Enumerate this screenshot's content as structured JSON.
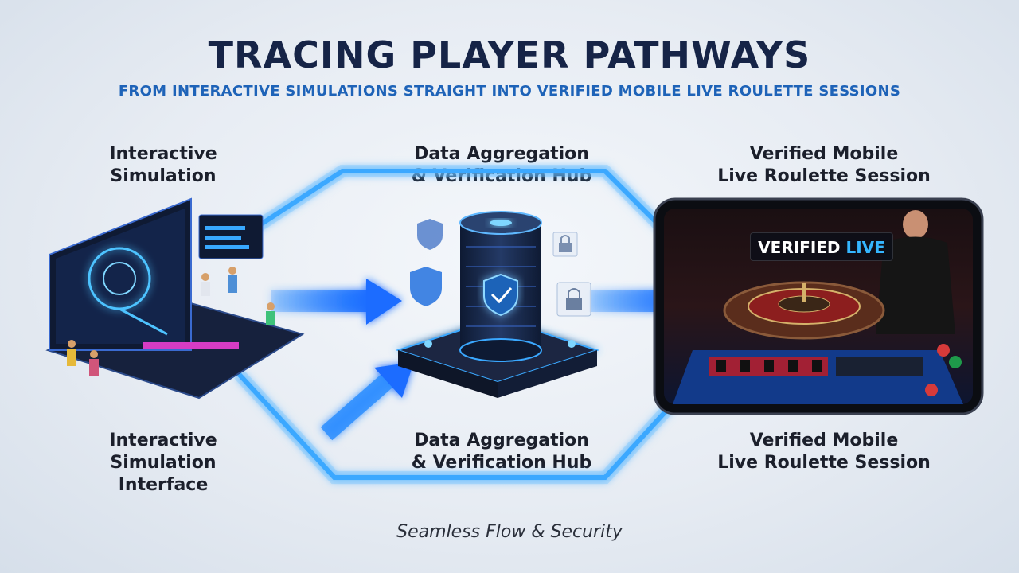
{
  "title": "TRACING PLAYER PATHWAYS",
  "subtitle": "FROM INTERACTIVE SIMULATIONS STRAIGHT INTO VERIFIED MOBILE LIVE ROULETTE SESSIONS",
  "stages_top": {
    "simulation": [
      "Interactive",
      "Simulation"
    ],
    "hub": [
      "Data Aggregation",
      "& Verification Hub"
    ],
    "session": [
      "Verified Mobile",
      "Live Roulette Session"
    ]
  },
  "stages_bottom": {
    "simulation": [
      "Interactive",
      "Simulation",
      "Interface"
    ],
    "hub": [
      "Data Aggregation",
      "& Verification Hub"
    ],
    "session": [
      "Verified Mobile",
      "Live Roulette Session"
    ]
  },
  "badge": {
    "prefix": "VERIFIED ",
    "highlight": "LIVE"
  },
  "footer": "Seamless Flow & Security",
  "colors": {
    "accent": "#1e63b8",
    "flow": "#3aa8ff",
    "title": "#162447"
  },
  "icons": [
    "simulation-dashboard-illustration",
    "database-server-icon",
    "shield-check-icon",
    "lock-icon",
    "smartphone-roulette-illustration"
  ]
}
